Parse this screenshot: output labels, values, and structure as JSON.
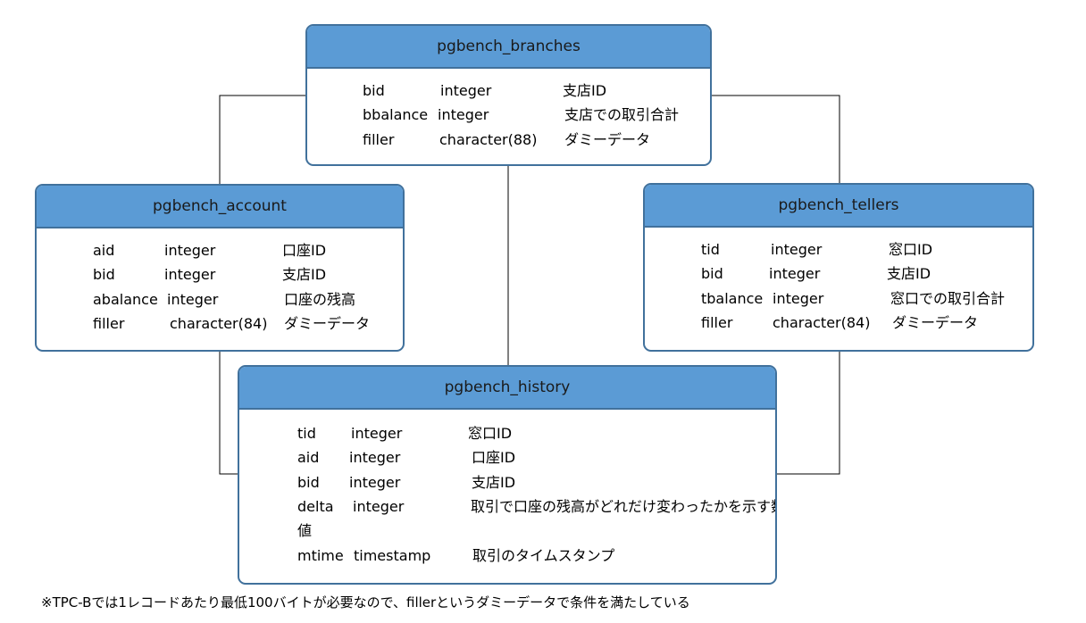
{
  "tables": {
    "branches": {
      "title": "pgbench_branches",
      "columns": [
        {
          "name": "bid",
          "type": "integer",
          "desc": "支店ID"
        },
        {
          "name": "bbalance",
          "type": "integer",
          "desc": "支店での取引合計"
        },
        {
          "name": "filler",
          "type": "character(88)",
          "desc": "ダミーデータ"
        }
      ]
    },
    "account": {
      "title": "pgbench_account",
      "columns": [
        {
          "name": "aid",
          "type": "integer",
          "desc": "口座ID"
        },
        {
          "name": "bid",
          "type": "integer",
          "desc": "支店ID"
        },
        {
          "name": "abalance",
          "type": "integer",
          "desc": "口座の残高"
        },
        {
          "name": "filler",
          "type": "character(84)",
          "desc": "ダミーデータ"
        }
      ]
    },
    "tellers": {
      "title": "pgbench_tellers",
      "columns": [
        {
          "name": "tid",
          "type": "integer",
          "desc": "窓口ID"
        },
        {
          "name": "bid",
          "type": "integer",
          "desc": "支店ID"
        },
        {
          "name": "tbalance",
          "type": "integer",
          "desc": "窓口での取引合計"
        },
        {
          "name": "filler",
          "type": "character(84)",
          "desc": "ダミーデータ"
        }
      ]
    },
    "history": {
      "title": "pgbench_history",
      "columns": [
        {
          "name": "tid",
          "type": "integer",
          "desc": "窓口ID"
        },
        {
          "name": "aid",
          "type": "integer",
          "desc": "口座ID"
        },
        {
          "name": "bid",
          "type": "integer",
          "desc": "支店ID"
        },
        {
          "name": "delta",
          "type": "integer",
          "desc": "取引で口座の残高がどれだけ変わったかを示す数"
        },
        {
          "name": "値",
          "type": "",
          "desc": ""
        },
        {
          "name": "mtime",
          "type": "timestamp",
          "desc": "取引のタイムスタンプ"
        }
      ]
    }
  },
  "footnote": "※TPC-Bでは1レコードあたり最低100バイトが必要なので、fillerというダミーデータで条件を満たしている",
  "colors": {
    "header_fill": "#5b9bd5",
    "border": "#41719c",
    "connector": "#000000"
  }
}
